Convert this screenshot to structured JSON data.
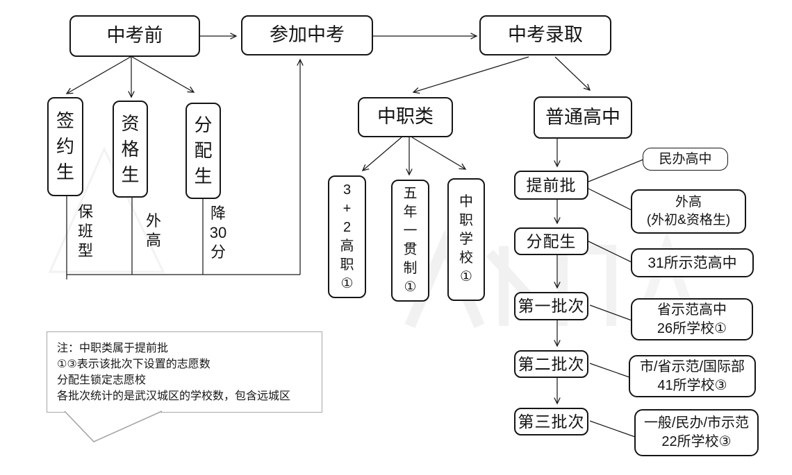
{
  "top_nodes": {
    "pre_exam": "中考前",
    "take_exam": "参加中考",
    "admission": "中考录取"
  },
  "pre_exam_branch": {
    "boxes": [
      "签\n约\n生",
      "资\n格\n生",
      "分\n配\n生"
    ],
    "labels": [
      "保\n班\n型",
      "外\n高",
      "降\n30\n分"
    ]
  },
  "vocational": {
    "title": "中职类",
    "boxes": [
      "3\n+\n2\n高\n职\n①",
      "五\n年\n一\n贯\n制\n①",
      "中\n职\n学\n校\n①"
    ]
  },
  "regular_high": {
    "title": "普通高中",
    "batches": [
      "提前批",
      "分配生",
      "第一批次",
      "第二批次",
      "第三批次"
    ],
    "targets": [
      "民办高中",
      "外高\n(外初&资格生)",
      "31所示范高中",
      "省示范高中\n26所学校①",
      "市/省示范/国际部\n41所学校③",
      "一般/民办/市示范\n22所学校③"
    ]
  },
  "note": {
    "text": "注：中职类属于提前批\n①③表示该批次下设置的志愿数\n分配生锁定志愿校\n各批次统计的是武汉城区的学校数，包含远城区"
  },
  "colors": {
    "line": "#1a1a1a",
    "box_border": "#151515",
    "note_border": "#a6a6a6",
    "watermark": "#f2f2f2"
  }
}
